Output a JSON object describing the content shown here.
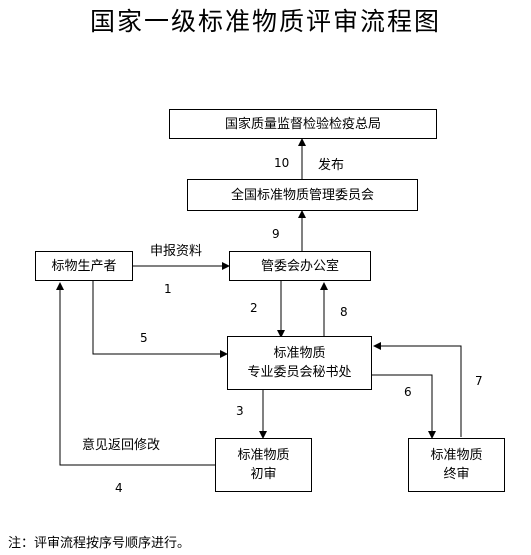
{
  "title": "国家一级标准物质评审流程图",
  "nodes": {
    "aqsiq": "国家质量监督检验检疫总局",
    "committee": "全国标准物质管理委员会",
    "producer": "标物生产者",
    "office": "管委会办公室",
    "secretariat_line1": "标准物质",
    "secretariat_line2": "专业委员会秘书处",
    "initial_line1": "标准物质",
    "initial_line2": "初审",
    "final_line1": "标准物质",
    "final_line2": "终审"
  },
  "edges": {
    "publish_label": "发布",
    "apply_label": "申报资料",
    "return_label": "意见返回修改"
  },
  "steps": [
    "1",
    "2",
    "3",
    "4",
    "5",
    "6",
    "7",
    "8",
    "9",
    "10"
  ],
  "footnote": "注：评审流程按序号顺序进行。"
}
